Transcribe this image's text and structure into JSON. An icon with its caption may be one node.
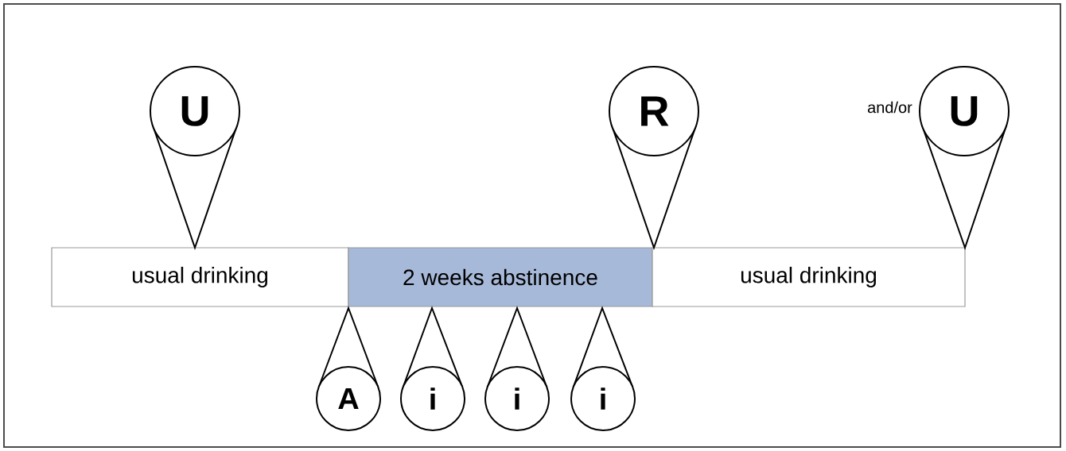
{
  "diagram": {
    "nodes": [
      {
        "text": [
          "usual drinking"
        ]
      },
      {
        "text": [
          "2 weeks abstinence"
        ]
      },
      {
        "text": [
          "usual drinking"
        ]
      },
      {
        "text": [
          "U"
        ]
      },
      {
        "text": [
          "R"
        ]
      },
      {
        "text": [
          "U"
        ],
        "beside": [
          "and/or"
        ]
      },
      {
        "text": [
          "A"
        ]
      },
      {
        "text": [
          "i"
        ]
      },
      {
        "text": [
          "i"
        ]
      },
      {
        "text": [
          "i"
        ]
      }
    ]
  }
}
